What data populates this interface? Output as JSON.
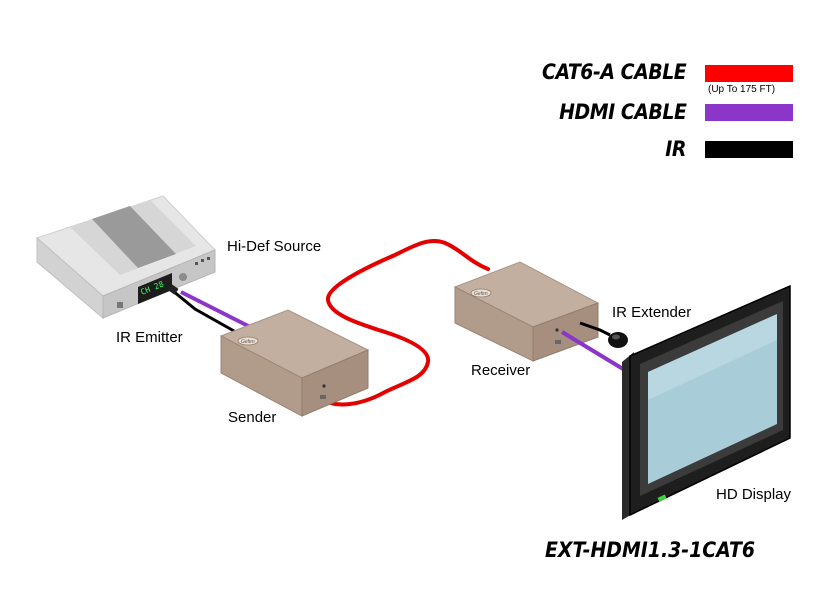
{
  "legend": {
    "items": [
      {
        "label": "CAT6-A CABLE",
        "note": "(Up To 175 FT)",
        "color": "#ff0000"
      },
      {
        "label": "HDMI CABLE",
        "note": "",
        "color": "#8b35c9"
      },
      {
        "label": "IR",
        "note": "",
        "color": "#000000"
      }
    ]
  },
  "devices": {
    "source": "Hi-Def Source",
    "source_display": "CH 28",
    "ir_emitter": "IR Emitter",
    "sender": "Sender",
    "receiver": "Receiver",
    "ir_extender": "IR Extender",
    "display": "HD Display",
    "brand_badge": "Gefen"
  },
  "model": "EXT-HDMI1.3-1CAT6"
}
